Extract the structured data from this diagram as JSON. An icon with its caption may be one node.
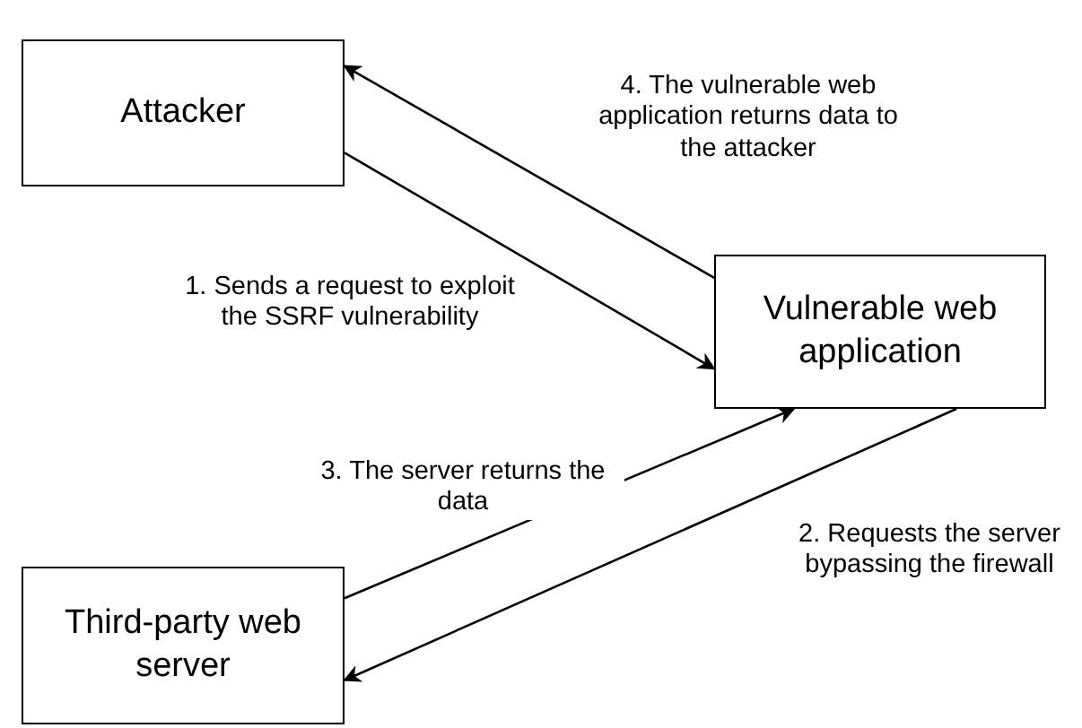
{
  "diagram": {
    "nodes": [
      {
        "text": [
          "Attacker"
        ]
      },
      {
        "text": [
          "Vulnerable web application"
        ]
      },
      {
        "text": [
          "Third-party web server"
        ]
      }
    ],
    "edges": [
      {
        "from": 0,
        "to": 1,
        "arrow": "to",
        "label": "1. Sends a request to exploit the SSRF vulnerability"
      },
      {
        "from": 1,
        "to": 2,
        "arrow": "to",
        "label": "2. Requests the server bypassing the firewall"
      },
      {
        "from": 2,
        "to": 1,
        "arrow": "to",
        "label": "3. The server returns the data"
      },
      {
        "from": 1,
        "to": 0,
        "arrow": "to",
        "label": "4. The vulnerable web application returns data to the attacker"
      }
    ]
  }
}
